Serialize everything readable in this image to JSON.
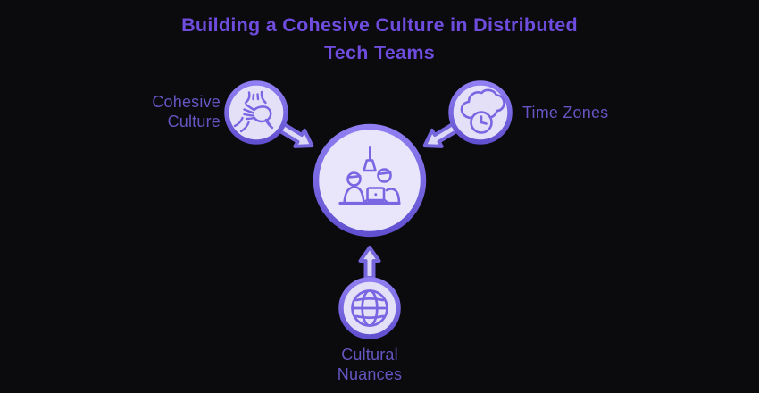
{
  "title": {
    "lines": [
      "Building a Cohesive Culture in Distributed",
      "Tech Teams"
    ]
  },
  "nodes": {
    "center": {
      "icon": "team-collaboration-icon"
    },
    "left": {
      "label": "Cohesive Culture",
      "icon": "teamwork-hands-icon"
    },
    "right": {
      "label": "Time Zones",
      "icon": "cloud-clock-icon"
    },
    "bottom": {
      "label": "Cultural Nuances",
      "icon": "globe-icon"
    }
  },
  "colors": {
    "background": "#0b0a0d",
    "ring_purple_top": "#8f7ff2",
    "ring_purple_bottom": "#6150cf",
    "arrow_stroke": "#7566de",
    "arrow_fill": "#dcd8f6",
    "node_fill": "#e3e0f8",
    "center_fill": "#e9e6fc",
    "icon_stroke": "#7a66e2",
    "title_text": "#6e4cde",
    "label_text": "#6456c2"
  }
}
